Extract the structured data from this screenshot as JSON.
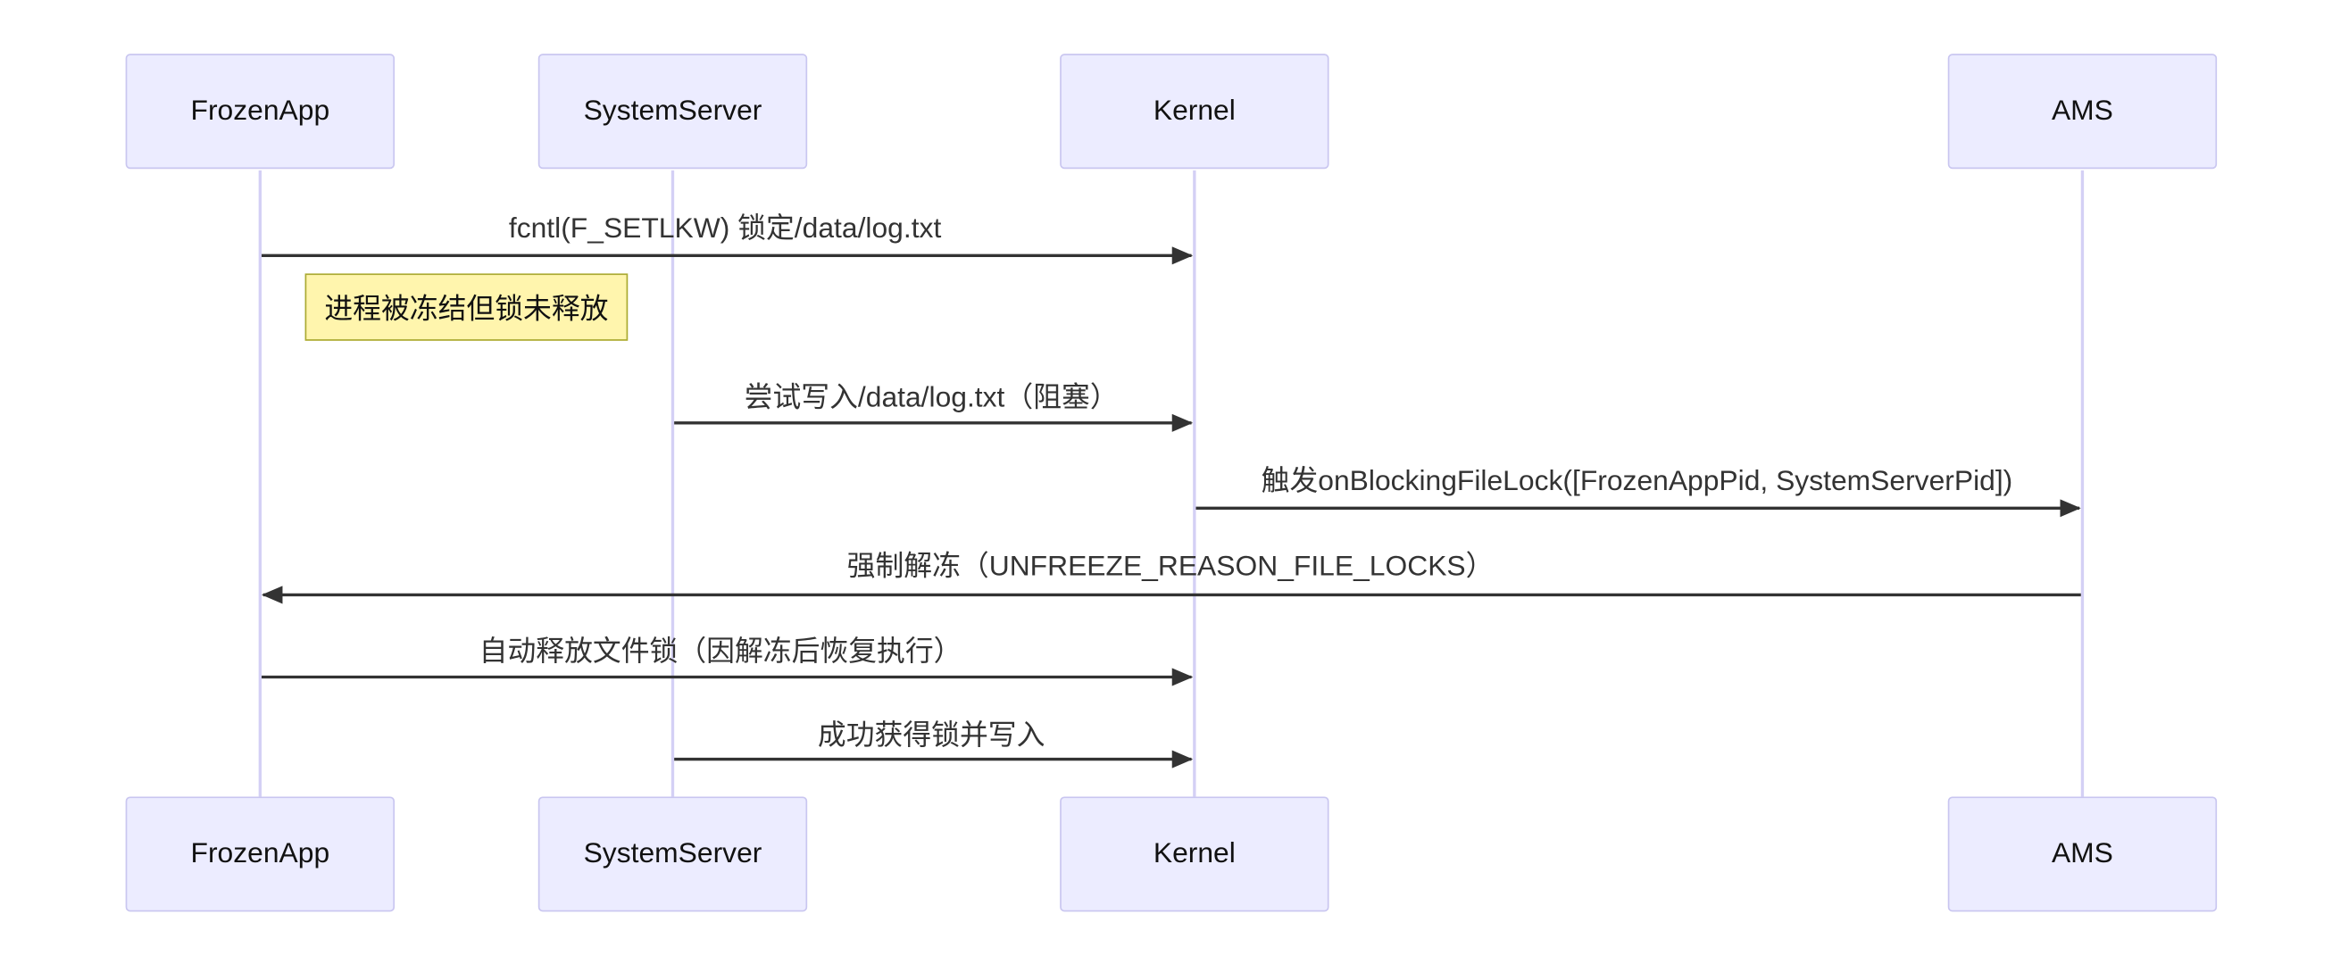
{
  "participants": [
    {
      "id": "frozenapp",
      "label": "FrozenApp"
    },
    {
      "id": "systemserver",
      "label": "SystemServer"
    },
    {
      "id": "kernel",
      "label": "Kernel"
    },
    {
      "id": "ams",
      "label": "AMS"
    }
  ],
  "messages": [
    {
      "from": "FrozenApp",
      "to": "Kernel",
      "label": "fcntl(F_SETLKW) 锁定/data/log.txt"
    },
    {
      "from": "SystemServer",
      "to": "Kernel",
      "label": "尝试写入/data/log.txt（阻塞）"
    },
    {
      "from": "Kernel",
      "to": "AMS",
      "label": "触发onBlockingFileLock([FrozenAppPid, SystemServerPid])"
    },
    {
      "from": "AMS",
      "to": "FrozenApp",
      "label": "强制解冻（UNFREEZE_REASON_FILE_LOCKS）"
    },
    {
      "from": "FrozenApp",
      "to": "Kernel",
      "label": "自动释放文件锁（因解冻后恢复执行）"
    },
    {
      "from": "SystemServer",
      "to": "Kernel",
      "label": "成功获得锁并写入"
    }
  ],
  "note": {
    "over": "FrozenApp",
    "text": "进程被冻结但锁未释放"
  },
  "colors": {
    "actor_fill": "#ececff",
    "actor_border": "#c9c6f0",
    "lifeline": "#d4d0f5",
    "arrow": "#333333",
    "note_fill": "#fff5ad",
    "note_border": "#aaaa33"
  }
}
